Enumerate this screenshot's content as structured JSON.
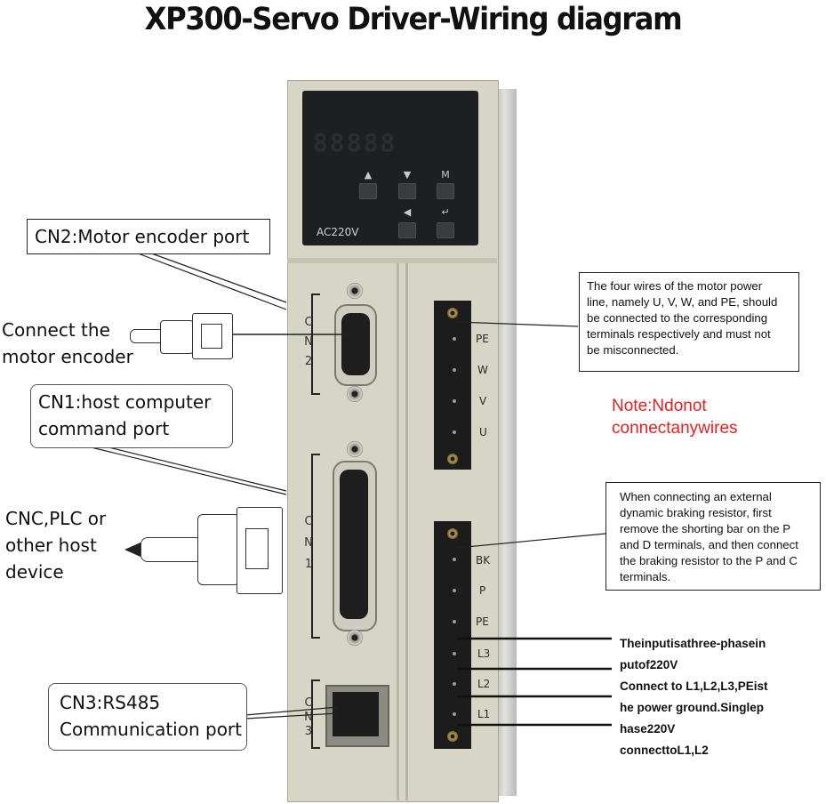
{
  "title": "XP300-Servo Driver-Wiring diagram",
  "display": {
    "model_label": "AC220V",
    "segment_digits": "88888",
    "buttons": [
      {
        "name": "up",
        "glyph": "▲"
      },
      {
        "name": "down",
        "glyph": "▼"
      },
      {
        "name": "mode",
        "glyph": "M"
      },
      {
        "name": "left",
        "glyph": "◀"
      },
      {
        "name": "enter",
        "glyph": "↵"
      }
    ]
  },
  "ports": {
    "cn2": {
      "letters": [
        "C",
        "N",
        "2"
      ]
    },
    "cn1": {
      "letters": [
        "C",
        "N",
        "1"
      ]
    },
    "cn3": {
      "letters": [
        "C",
        "N",
        "3"
      ]
    }
  },
  "terminals": {
    "motor": [
      "PE",
      "W",
      "V",
      "U"
    ],
    "power": [
      "BK",
      "P",
      "PE",
      "L3",
      "L2",
      "L1"
    ]
  },
  "callouts": {
    "cn2_port": "CN2:Motor encoder port",
    "connect_encoder": [
      "Connect the",
      "motor encoder"
    ],
    "cn1_port": [
      "CN1:host computer",
      "command port"
    ],
    "host_device": [
      "CNC,PLC or",
      "other host",
      "device"
    ],
    "cn3_port": [
      "CN3:RS485",
      "Communication port"
    ],
    "motor_wires": [
      "The four wires of the motor power",
      "line, namely U, V, W, and PE, should",
      "be connected to the corresponding",
      "terminals respectively and must not",
      "be misconnected."
    ],
    "note": [
      "Note:Ndonot",
      "connectanywires"
    ],
    "brake": [
      "When connecting an external",
      "dynamic braking resistor, first",
      "remove the shorting bar on the P",
      "and D terminals, and then connect",
      "the braking resistor to the P and C",
      "terminals."
    ],
    "power_input": [
      "Theinputisathree-phasein",
      "putof220V",
      "Connect to L1,L2,L3,PEist",
      "he power ground.Singlep",
      "hase220V",
      "connecttoL1,L2"
    ]
  },
  "colors": {
    "note_red": "#e52020",
    "driver_body": "#d7d6c6",
    "display_bg": "#1e1f21",
    "terminal_block": "#1c1c1c"
  }
}
